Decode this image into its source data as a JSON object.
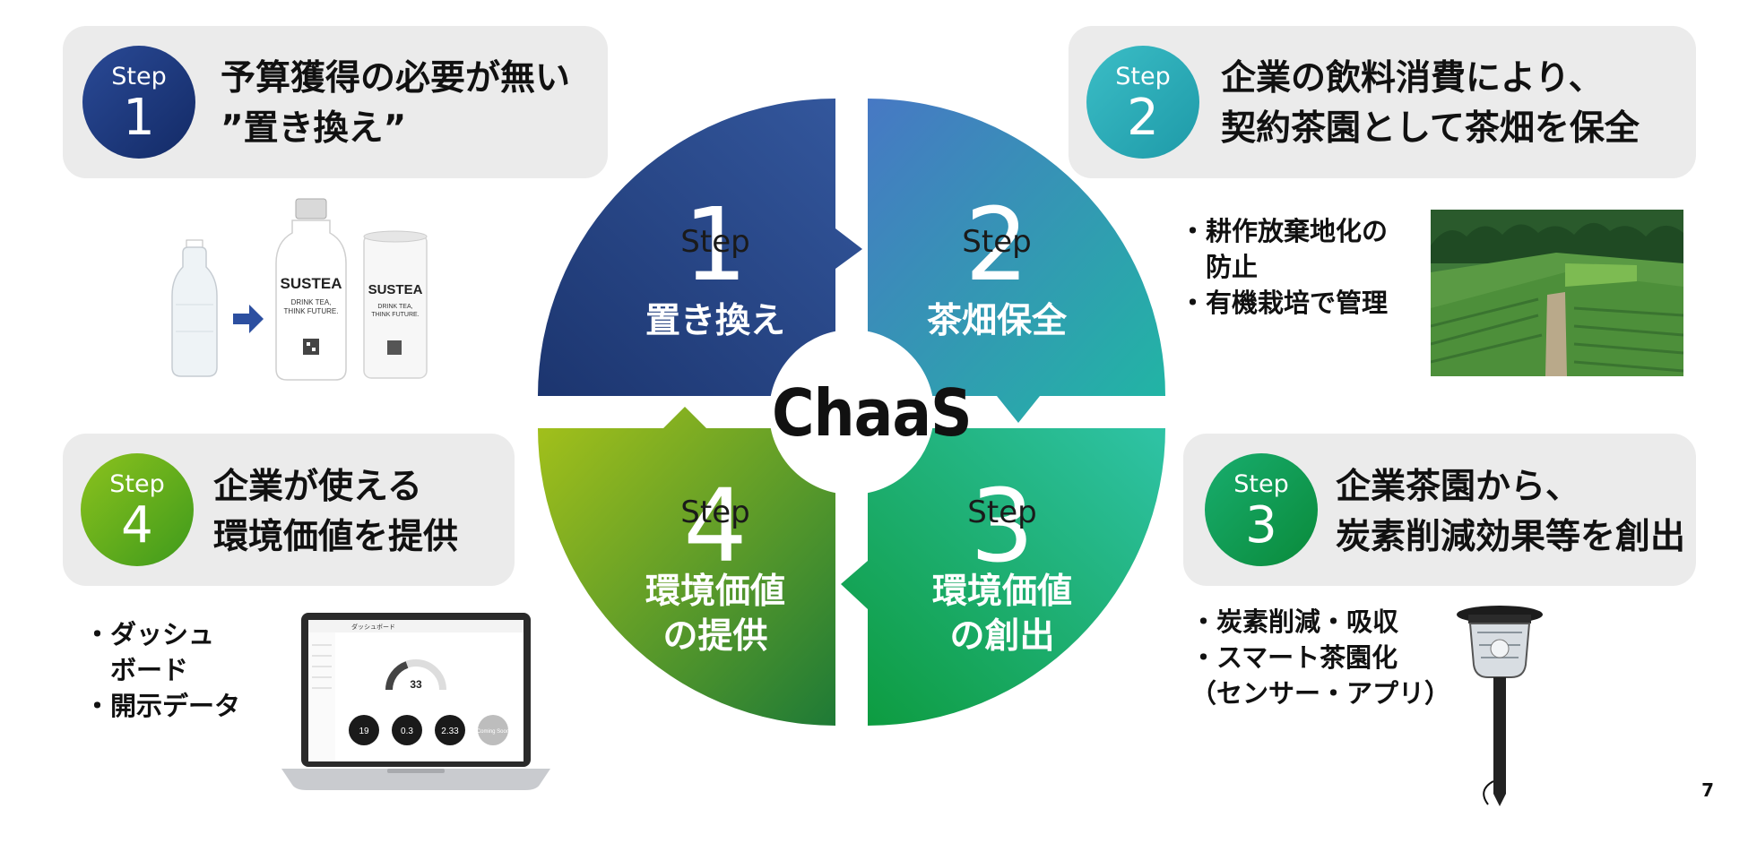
{
  "center": {
    "label": "ChaaS"
  },
  "steps": [
    {
      "word": "Step",
      "num": "1",
      "title_lines": [
        "予算獲得の必要が無い",
        "”置き換え”"
      ],
      "quad_label_lines": [
        "置き換え"
      ]
    },
    {
      "word": "Step",
      "num": "2",
      "title_lines": [
        "企業の飲料消費により、",
        "契約茶園として茶畑を保全"
      ],
      "quad_label_lines": [
        "茶畑保全"
      ]
    },
    {
      "word": "Step",
      "num": "3",
      "title_lines": [
        "企業茶園から、",
        "炭素削減効果等を創出"
      ],
      "quad_label_lines": [
        "環境価値",
        "の創出"
      ]
    },
    {
      "word": "Step",
      "num": "4",
      "title_lines": [
        "企業が使える",
        "環境価値を提供"
      ],
      "quad_label_lines": [
        "環境価値",
        "の提供"
      ]
    }
  ],
  "bullets": {
    "step2": [
      "・耕作放棄地化の",
      "　防止",
      "・有機栽培で管理"
    ],
    "step3": [
      "・炭素削減・吸収",
      "・スマート茶園化",
      "（センサー・アプリ）"
    ],
    "step4": [
      "・ダッシュ",
      "　ボード",
      "・開示データ"
    ]
  },
  "images": {
    "products": {
      "brand": "SUSTEA",
      "tag1": "DRINK TEA,",
      "tag2": "THINK FUTURE."
    },
    "dashboard": {
      "title": "ダッシュボード",
      "gauge": "33",
      "metrics": [
        "19",
        "0.3",
        "2.33",
        "Coming Soon"
      ]
    }
  },
  "colors": {
    "q1": [
      "#1c356f",
      "#34589e"
    ],
    "q2": [
      "#4778c4",
      "#20b7a3"
    ],
    "q3": [
      "#0c9a3c",
      "#2fc3a6"
    ],
    "q4": [
      "#a6c21a",
      "#1e7a36"
    ]
  },
  "page_number": "7"
}
